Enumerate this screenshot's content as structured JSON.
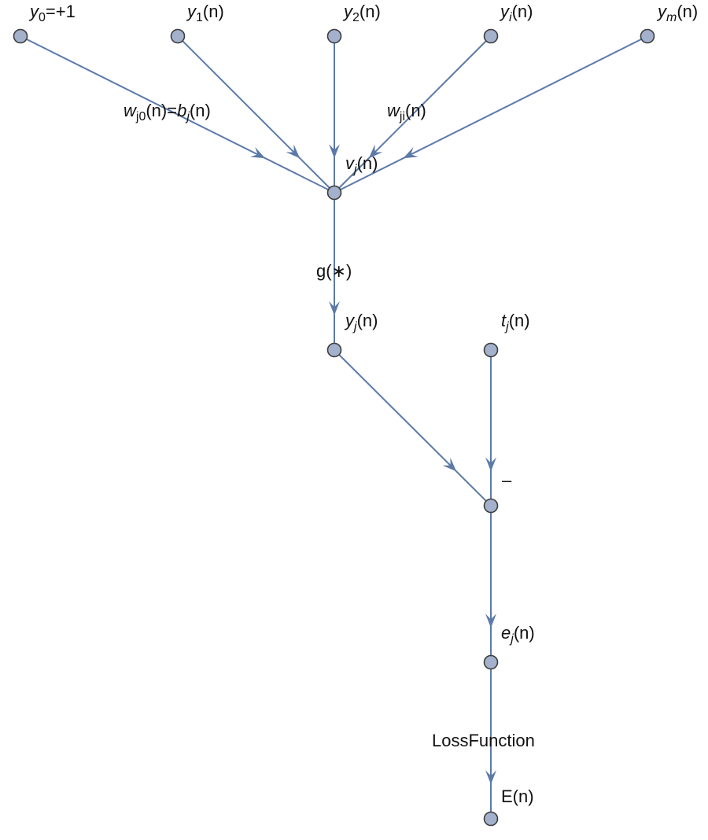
{
  "diagram": {
    "nodes": {
      "y0": {
        "sym": "y",
        "sub": "0",
        "rest": "=+1"
      },
      "y1": {
        "sym": "y",
        "sub": "1",
        "rest": "(n)"
      },
      "y2": {
        "sym": "y",
        "sub": "2",
        "rest": "(n)"
      },
      "yi": {
        "sym": "y",
        "sub": "i",
        "rest": "(n)"
      },
      "ym": {
        "sym": "y",
        "sub": "m",
        "rest": "(n)"
      },
      "vj": {
        "sym": "v",
        "sub": "j",
        "rest": "(n)"
      },
      "yj": {
        "sym": "y",
        "sub": "j",
        "rest": "(n)"
      },
      "tj": {
        "sym": "t",
        "sub": "j",
        "rest": "(n)"
      },
      "minus": {
        "text": "–"
      },
      "ej": {
        "sym": "e",
        "sub": "j",
        "rest": "(n)"
      },
      "En": {
        "text": "E(n)"
      }
    },
    "edges": {
      "w_j0": {
        "sym": "w",
        "sub": "j0",
        "mid": "(n)=",
        "sym2": "b",
        "sub2": "j",
        "rest": "(n)"
      },
      "w_ji": {
        "sym": "w",
        "sub": "ji",
        "rest": "(n)"
      },
      "g": {
        "text": "g(∗)"
      },
      "loss": {
        "text": "LossFunction"
      }
    },
    "colors": {
      "edge": "#5b7aa8",
      "node_fill": "#a3b1cc",
      "node_stroke": "#3d3d3d"
    }
  }
}
